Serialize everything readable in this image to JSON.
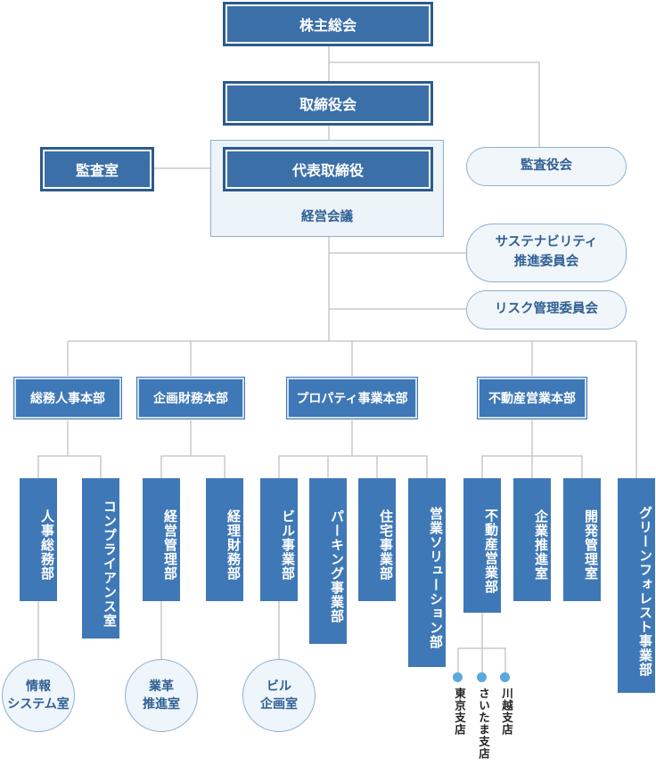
{
  "top": {
    "shareholders": "株主総会",
    "board": "取締役会",
    "president": "代表取締役",
    "management_council": "経営会議",
    "audit_office": "監査室",
    "audit_board": "監査役会",
    "sustainability_committee": [
      "サステナビリティ",
      "推進委員会"
    ],
    "risk_committee": "リスク管理委員会"
  },
  "divisions": [
    "総務人事本部",
    "企画財務本部",
    "プロパティ事業本部",
    "不動産営業本部"
  ],
  "departments": [
    "人事総務部",
    "コンプライアンス室",
    "経営管理部",
    "経理財務部",
    "ビル事業部",
    "パーキング事業部",
    "住宅事業部",
    "営業ソリューション部",
    "不動産営業部",
    "企業推進室",
    "開発管理室",
    "グリーンフォレスト事業部"
  ],
  "sub_units": {
    "info_systems": [
      "情報",
      "システム室"
    ],
    "business_innovation": [
      "業革",
      "推進室"
    ],
    "building_planning": [
      "ビル",
      "企画室"
    ]
  },
  "branches": [
    "東京支店",
    "さいたま支店",
    "川越支店"
  ]
}
